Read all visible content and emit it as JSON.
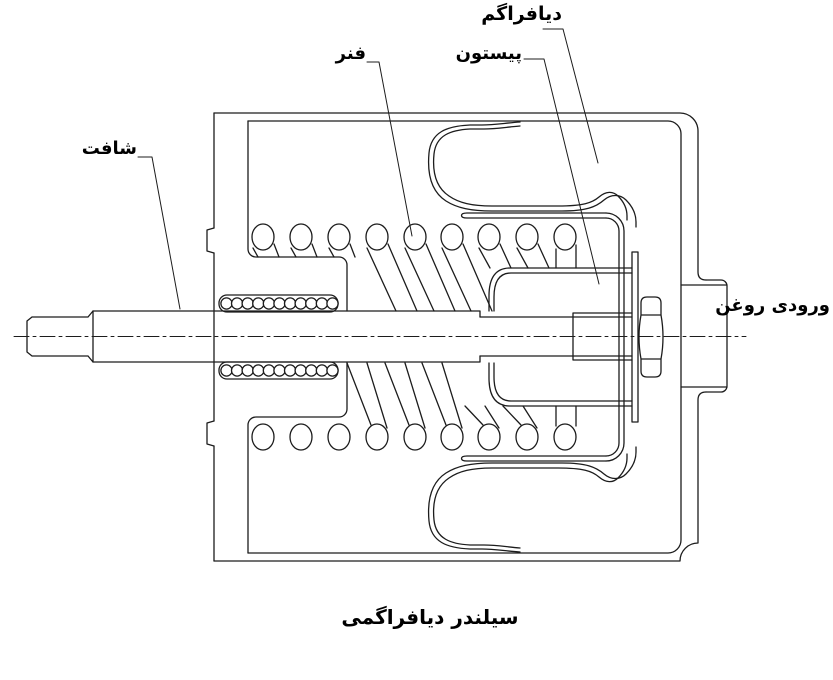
{
  "figure": {
    "type": "technical-section-drawing",
    "caption": "سیلندر دیافراگمی",
    "labels": {
      "diaphragm": "دیافراگم",
      "piston": "پیستون",
      "spring": "فنر",
      "shaft": "شافت",
      "oil_inlet": "ورودی روغن"
    },
    "colors": {
      "line": "#1c1c1c",
      "background": "#ffffff"
    }
  }
}
